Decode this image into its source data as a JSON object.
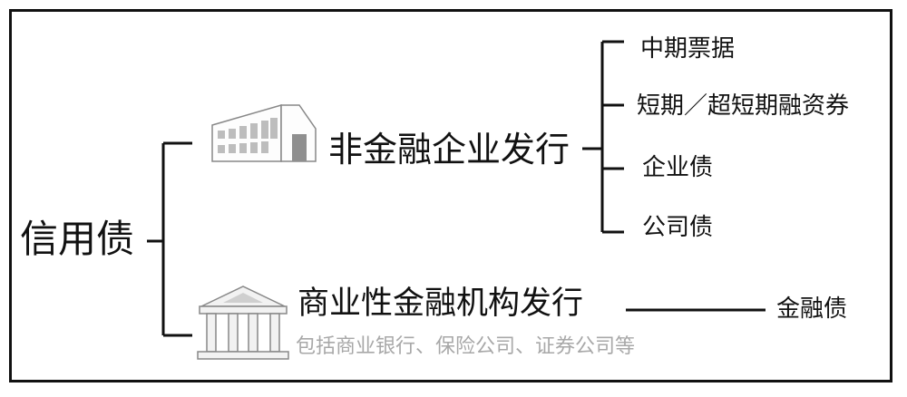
{
  "root": {
    "label": "信用债"
  },
  "branches": [
    {
      "label": "非金融企业发行",
      "icon": "factory-building-icon",
      "children": [
        "中期票据",
        "短期／超短期融资券",
        "企业债",
        "公司债"
      ]
    },
    {
      "label": "商业性金融机构发行",
      "icon": "bank-building-icon",
      "note": "包括商业银行、保险公司、证券公司等",
      "children": [
        "金融债"
      ]
    }
  ],
  "colors": {
    "line": "#111111",
    "note": "#a8a8a8",
    "icon": "#888888"
  }
}
